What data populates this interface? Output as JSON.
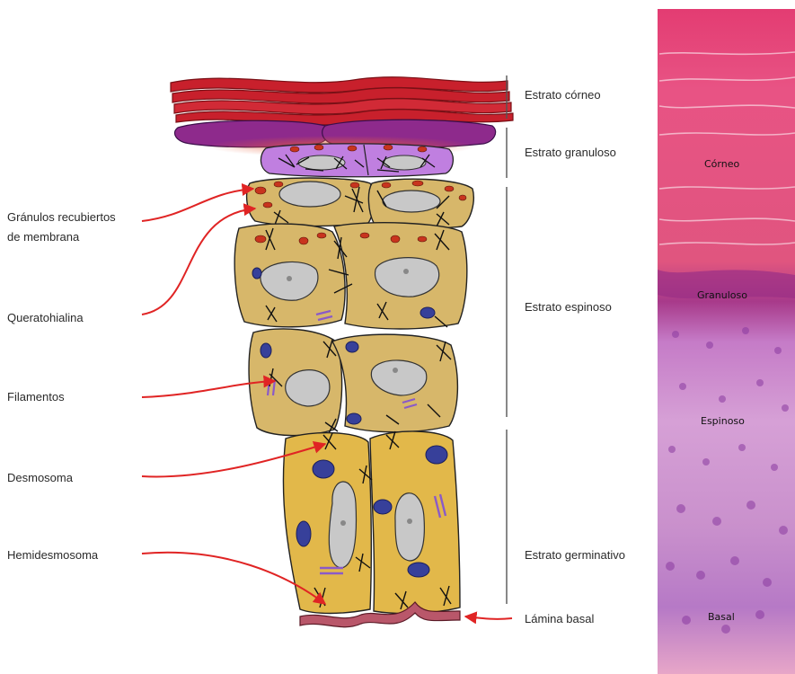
{
  "left_labels": {
    "granulos": [
      "Gránulos recubiertos",
      "de membrana"
    ],
    "queratohialina": "Queratohialina",
    "filamentos": "Filamentos",
    "desmosoma": "Desmosoma",
    "hemidesmosoma": "Hemidesmosoma"
  },
  "right_labels": {
    "corneo": "Estrato córneo",
    "granuloso": "Estrato granuloso",
    "espinoso": "Estrato espinoso",
    "germinativo": "Estrato germinativo",
    "lamina": "Lámina basal"
  },
  "histology_labels": {
    "corneo": "Córneo",
    "granuloso": "Granuloso",
    "espinoso": "Espinoso",
    "basal": "Basal"
  },
  "colors": {
    "cell_fill": "#d7b76a",
    "germ_fill": "#e2b84a",
    "nucleus": "#c8c8c8",
    "keratohyalin": "#c8341e",
    "corneocyte": "#c8202c",
    "granular_cell": "#b16ad1",
    "arrow": "#e02424",
    "histo_pink": "#df4d84",
    "histo_purple": "#c07ac8"
  }
}
